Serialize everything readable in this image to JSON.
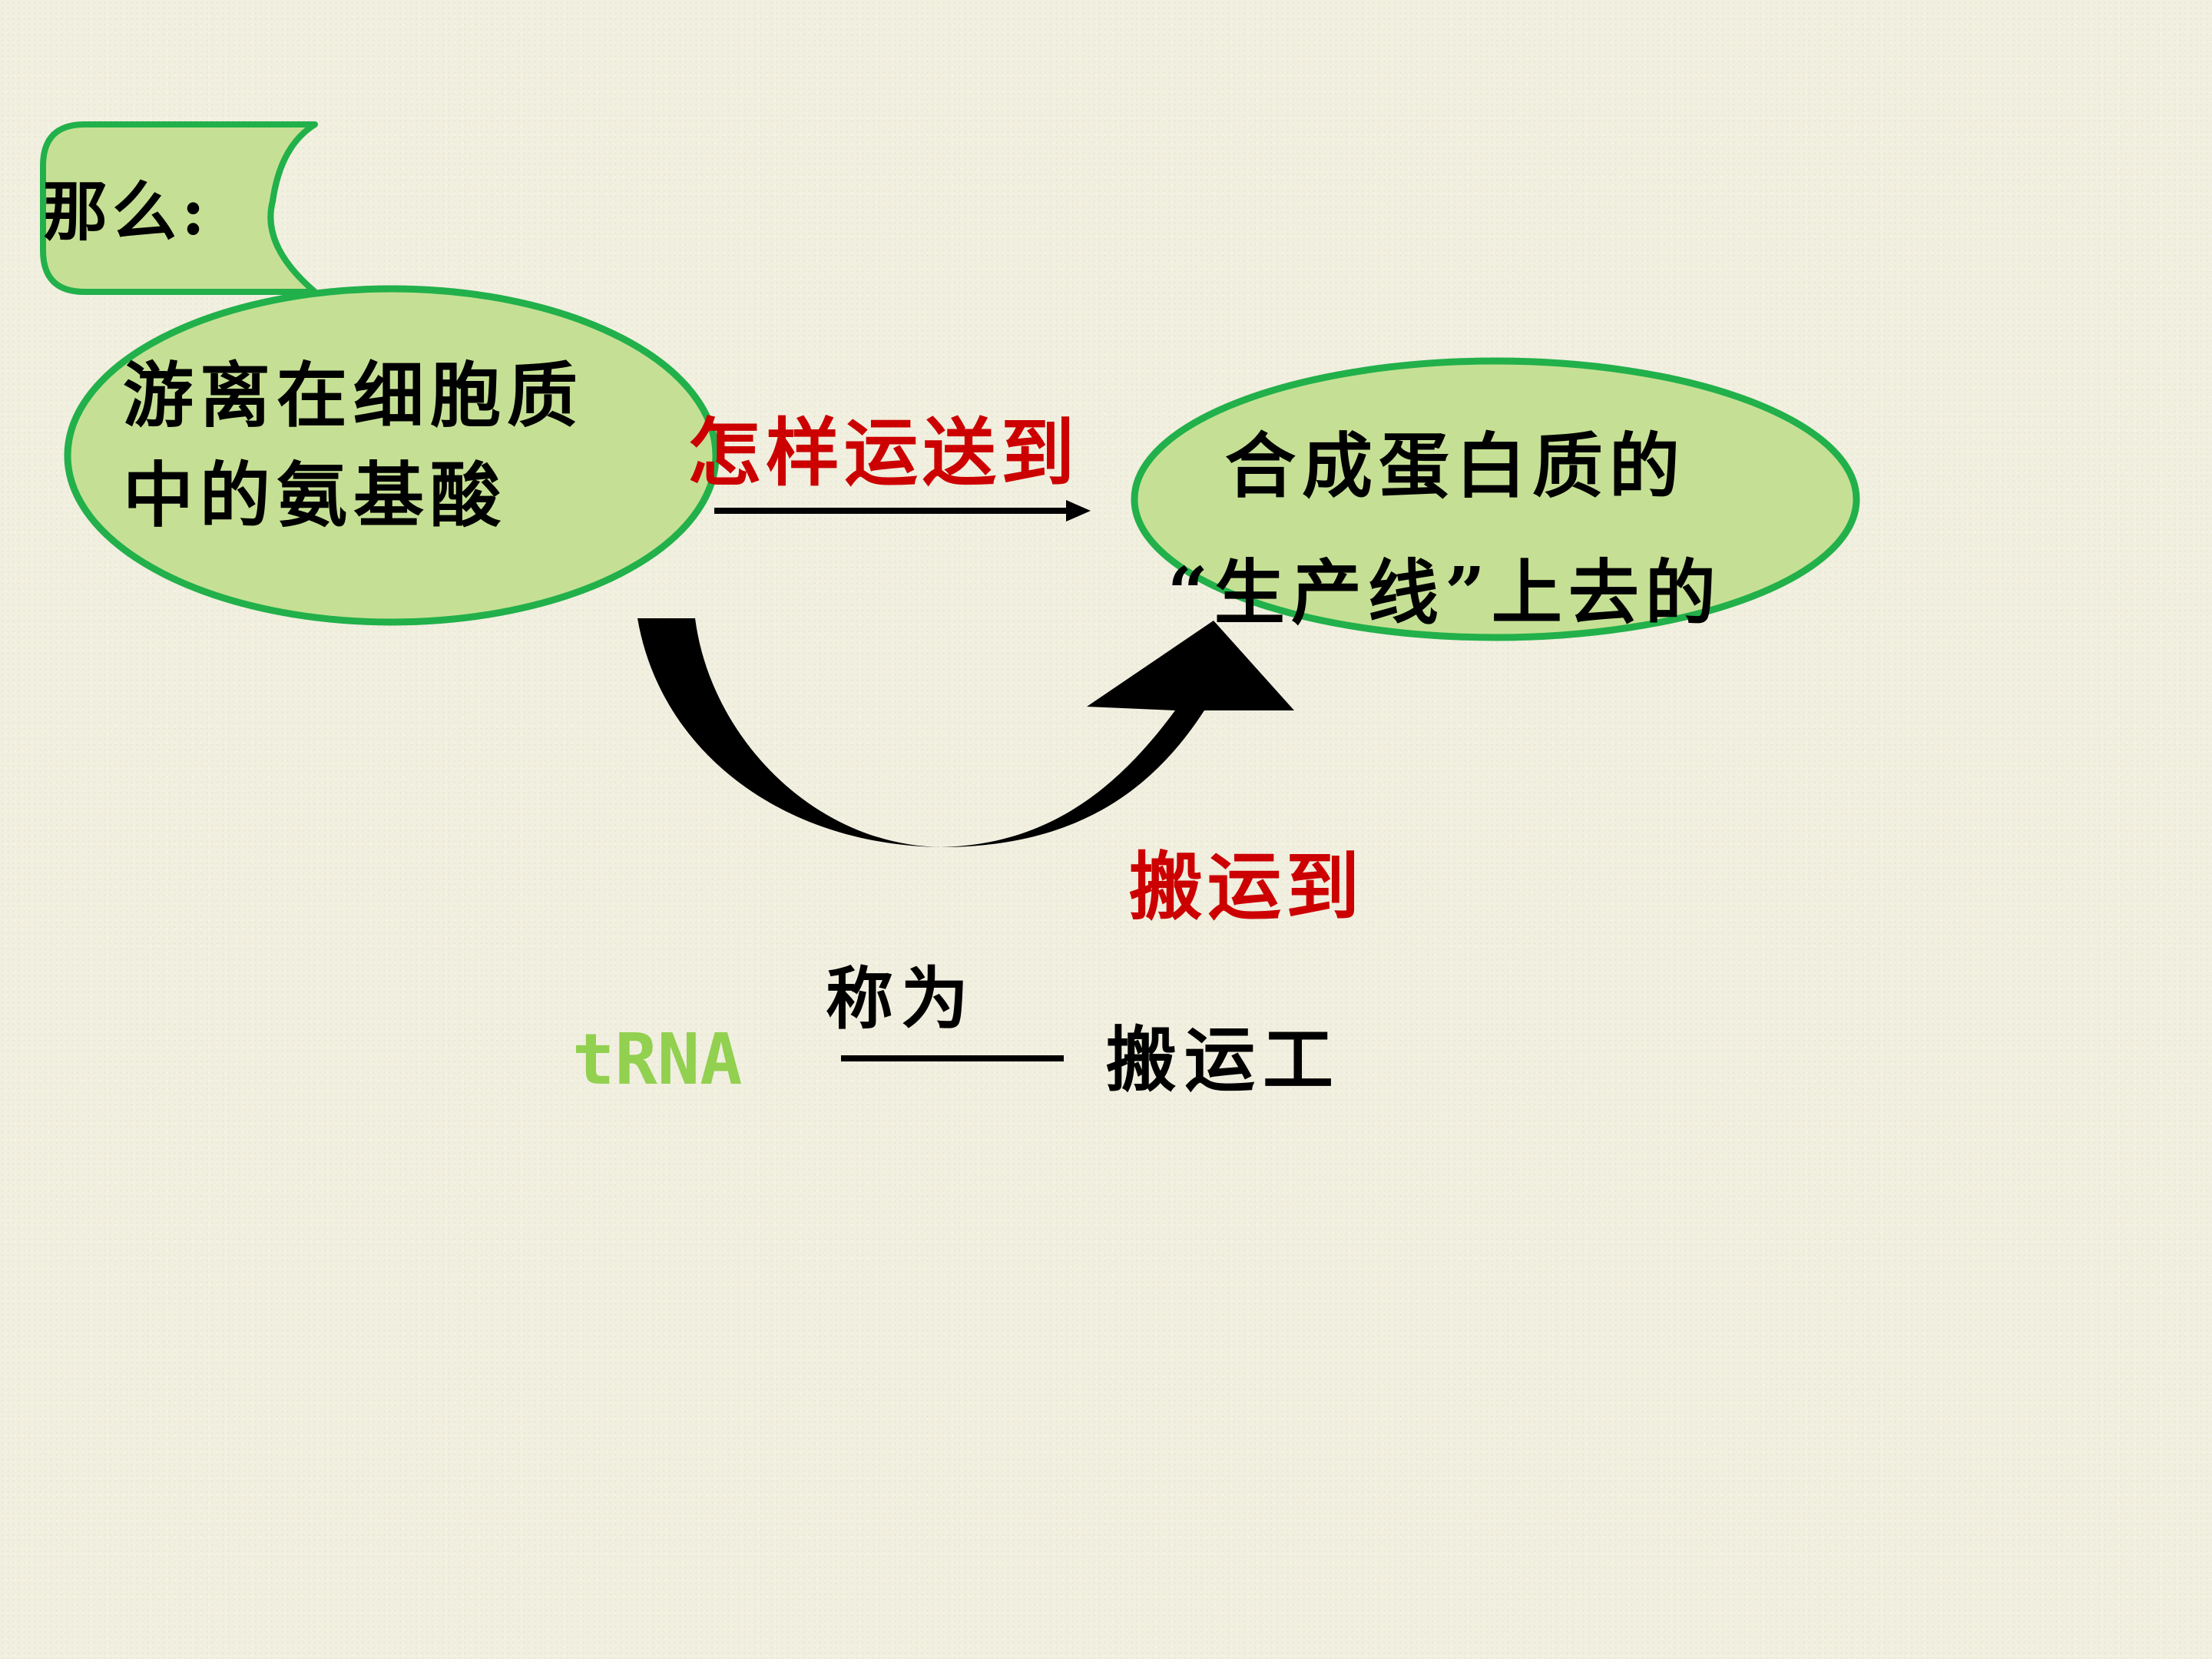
{
  "scroll": {
    "label": "那么:"
  },
  "source_node": {
    "line1": "游离在细胞质",
    "line2": "中的氨基酸"
  },
  "target_node": {
    "line1": "合成蛋白质的",
    "line2": "“生产线”上去的"
  },
  "question": {
    "label": "怎样运送到"
  },
  "carry": {
    "label": "搬运到"
  },
  "naming": {
    "subject": "tRNA",
    "verb": "称为",
    "object": "搬运工"
  },
  "colors": {
    "node_fill": "#c5e094",
    "node_stroke": "#22b04b",
    "highlight_red": "#cc0000",
    "trna_green": "#92d050",
    "arrow": "#000000"
  }
}
